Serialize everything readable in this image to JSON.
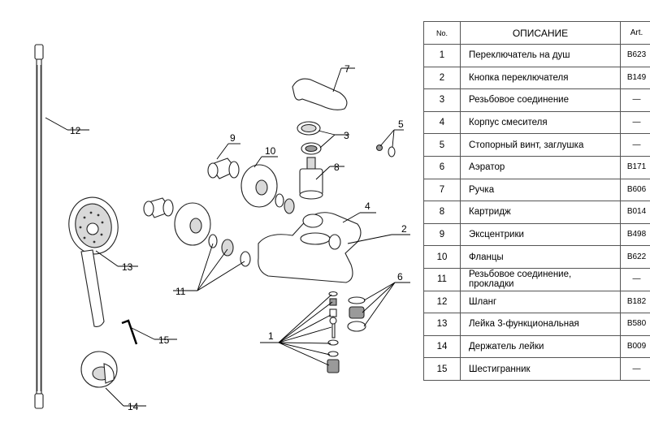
{
  "table": {
    "headers": {
      "no": "No.",
      "description": "ОПИСАНИЕ",
      "art": "Art."
    },
    "rows": [
      {
        "no": "1",
        "description": "Переключатель на душ",
        "art": "B623"
      },
      {
        "no": "2",
        "description": "Кнопка переключателя",
        "art": "B149"
      },
      {
        "no": "3",
        "description": "Резьбовое соединение",
        "art": "—"
      },
      {
        "no": "4",
        "description": "Корпус смесителя",
        "art": "—"
      },
      {
        "no": "5",
        "description": "Стопорный винт, заглушка",
        "art": "—"
      },
      {
        "no": "6",
        "description": "Аэратор",
        "art": "B171"
      },
      {
        "no": "7",
        "description": "Ручка",
        "art": "B606"
      },
      {
        "no": "8",
        "description": "Картридж",
        "art": "B014"
      },
      {
        "no": "9",
        "description": "Эксцентрики",
        "art": "B498"
      },
      {
        "no": "10",
        "description": "Фланцы",
        "art": "B622"
      },
      {
        "no": "11",
        "description": "Резьбовое соединение, прокладки",
        "art": "—"
      },
      {
        "no": "12",
        "description": "Шланг",
        "art": "B182"
      },
      {
        "no": "13",
        "description": "Лейка 3-функциональная",
        "art": "B580"
      },
      {
        "no": "14",
        "description": "Держатель лейки",
        "art": "B009"
      },
      {
        "no": "15",
        "description": "Шестигранник",
        "art": "—"
      }
    ]
  },
  "callouts": {
    "c1": "1",
    "c2": "2",
    "c3": "3",
    "c4": "4",
    "c5": "5",
    "c6": "6",
    "c7": "7",
    "c8": "8",
    "c9": "9",
    "c10": "10",
    "c11": "11",
    "c12": "12",
    "c13": "13",
    "c14": "14",
    "c15": "15"
  }
}
